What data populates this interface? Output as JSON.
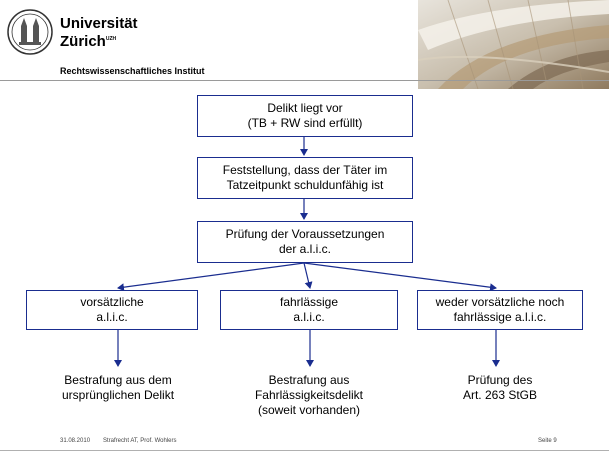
{
  "header": {
    "university_line1": "Universität",
    "university_line2": "Zürich",
    "university_suffix": "UZH",
    "institute": "Rechtswissenschaftliches Institut"
  },
  "diagram": {
    "nodes": {
      "delikt": "Delikt liegt vor\n(TB + RW sind erfüllt)",
      "feststellung": "Feststellung, dass der Täter im\nTatzeitpunkt schuldunfähig ist",
      "pruefung": "Prüfung der Voraussetzungen\nder a.l.i.c.",
      "vorsaetzlich": "vorsätzliche\na.l.i.c.",
      "fahrlaessig": "fahrlässige\na.l.i.c.",
      "weder": "weder vorsätzliche noch\nfahrlässige a.l.i.c."
    },
    "outcomes": {
      "vorsaetzlich": "Bestrafung aus dem\nursprünglichen Delikt",
      "fahrlaessig": "Bestrafung aus\nFahrlässigkeitsdelikt\n(soweit vorhanden)",
      "weder": "Prüfung des\nArt. 263 StGB"
    },
    "edge_color": "#1a2d8f"
  },
  "footer": {
    "date": "31.08.2010",
    "course": "Strafrecht AT, Prof. Wohlers",
    "page": "Seite 9"
  }
}
